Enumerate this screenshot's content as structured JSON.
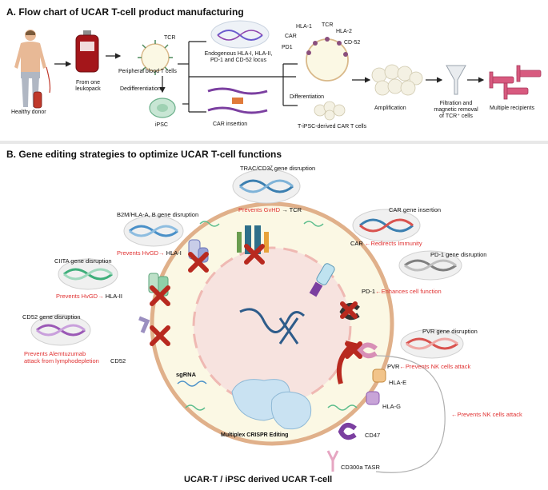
{
  "panelA": {
    "title": "A. Flow chart of UCAR T-cell product manufacturing",
    "healthy_donor": "Healthy donor",
    "leukopack": "From one\nleukopack",
    "tcr": "TCR",
    "pbt": "Peripheral blood T cells",
    "dediff": "Dedifferentiation",
    "ipsc": "iPSC",
    "edit": "Endogenous HLA-I, HLA-II,\nPD-1 and CD-52 locus",
    "car_insertion": "CAR insertion",
    "differentiation": "Differentiation",
    "hla1": "HLA-1",
    "tcr2": "TCR",
    "car": "CAR",
    "hla2": "HLA-2",
    "pd1": "PD1",
    "cd52": "CD-52",
    "tipsc": "T-iPSC-derived CAR T cells",
    "amplification": "Amplification",
    "filtration": "Filtration and\nmagnetic removal\nof TCR⁺ cells",
    "recipients": "Multiple recipients"
  },
  "panelB": {
    "title": "B. Gene editing strategies to optimize UCAR T-cell functions",
    "trac": "TRAC/CD3ζ gene disruption",
    "trac_effect": "Prevents GvHD",
    "trac_target": "TCR",
    "b2m": "B2M/HLA-A, B gene disruption",
    "b2m_effect": "Prevents HvGD",
    "b2m_target": "HLA-I",
    "ciita": "CIITA gene disruption",
    "ciita_effect": "Prevents HvGD",
    "ciita_target": "HLA-II",
    "cd52": "CD52 gene disruption",
    "cd52_effect": "Prevents Alemtuzumab\nattack from lymphodepletion",
    "cd52_target": "CD52",
    "car": "CAR gene insertion",
    "car_target": "CAR",
    "car_effect": "Redirects Immunity",
    "pd1": "PD-1 gene disruption",
    "pd1_target": "PD-1",
    "pd1_effect": "Enhances cell function",
    "pvr": "PVR gene disruption",
    "pvr_target": "PVR",
    "pvr_effect": "Prevents NK cells attack",
    "hlae": "HLA-E",
    "hlag": "HLA-G",
    "cd47": "CD47",
    "cd300a": "CD300a TASR",
    "nk_effect": "Prevents NK cells attack",
    "sgrna": "sgRNA",
    "crispr": "Multiplex CRISPR Editing",
    "cell_title": "UCAR-T / iPSC derived UCAR T-cell"
  },
  "colors": {
    "red": "#e03131",
    "cell_fill": "#fbf8e4",
    "cell_border": "#e0b08a",
    "nucleus": "#f6d6d6",
    "dna_blue": "#4a90c8",
    "dna_red": "#d9534f",
    "dna_green": "#5bbd8c",
    "dna_purple": "#9b59b6"
  }
}
